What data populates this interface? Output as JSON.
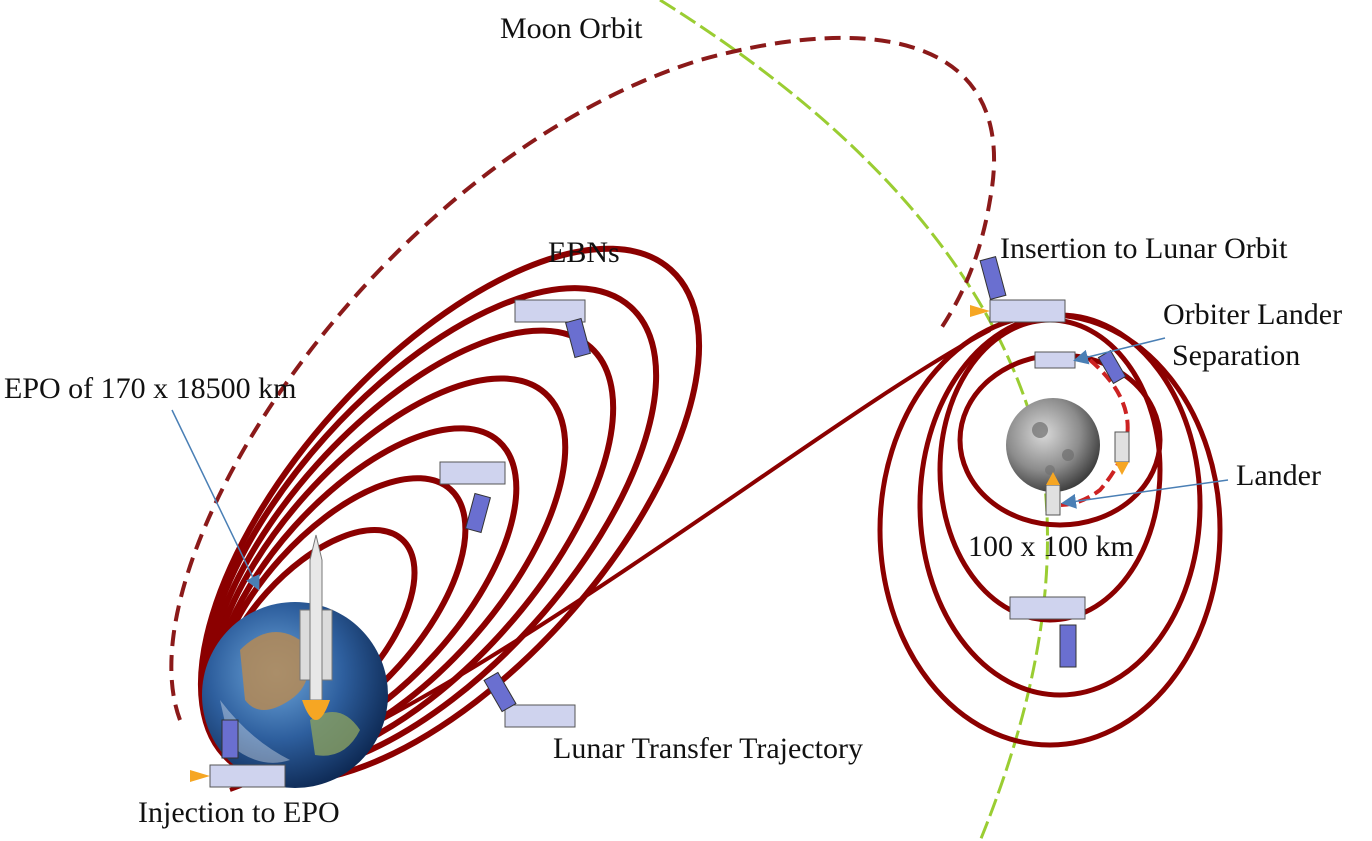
{
  "labels": {
    "moon_orbit": "Moon Orbit",
    "ebns": "EBNs",
    "epo": "EPO of 170 x 18500 km",
    "insertion": "Insertion to Lunar Orbit",
    "separation_line1": "Orbiter Lander",
    "separation_line2": "Separation",
    "lander": "Lander",
    "lunar_orbit_size": "100 x 100 km",
    "transfer": "Lunar Transfer Trajectory",
    "injection": "Injection to EPO"
  },
  "icons": {
    "earth": "earth-icon",
    "moon": "moon-icon",
    "rocket": "rocket-icon",
    "spacecraft": "spacecraft-icon",
    "lander": "lander-icon"
  },
  "colors": {
    "trajectory": "#8b0000",
    "moon_orbit": "#9acd32",
    "pointer": "#4a7fb5",
    "panel": "#6a6fd0"
  }
}
